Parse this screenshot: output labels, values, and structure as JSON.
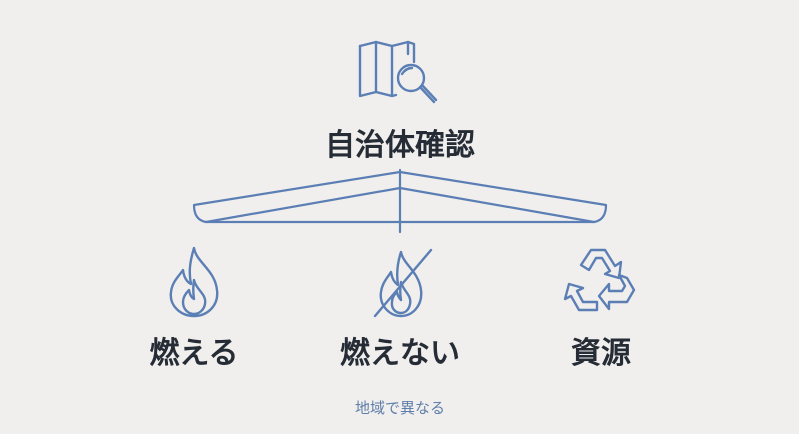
{
  "root": {
    "label": "自治体確認",
    "icon": "map-search-icon"
  },
  "categories": [
    {
      "label": "燃える",
      "icon": "flame-icon"
    },
    {
      "label": "燃えない",
      "icon": "flame-crossed-icon"
    },
    {
      "label": "資源",
      "icon": "recycle-icon"
    }
  ],
  "note": "地域で異なる",
  "colors": {
    "background": "#f0efed",
    "accent": "#5b7fb5",
    "text": "#262c36",
    "note": "#5f7eaa"
  }
}
